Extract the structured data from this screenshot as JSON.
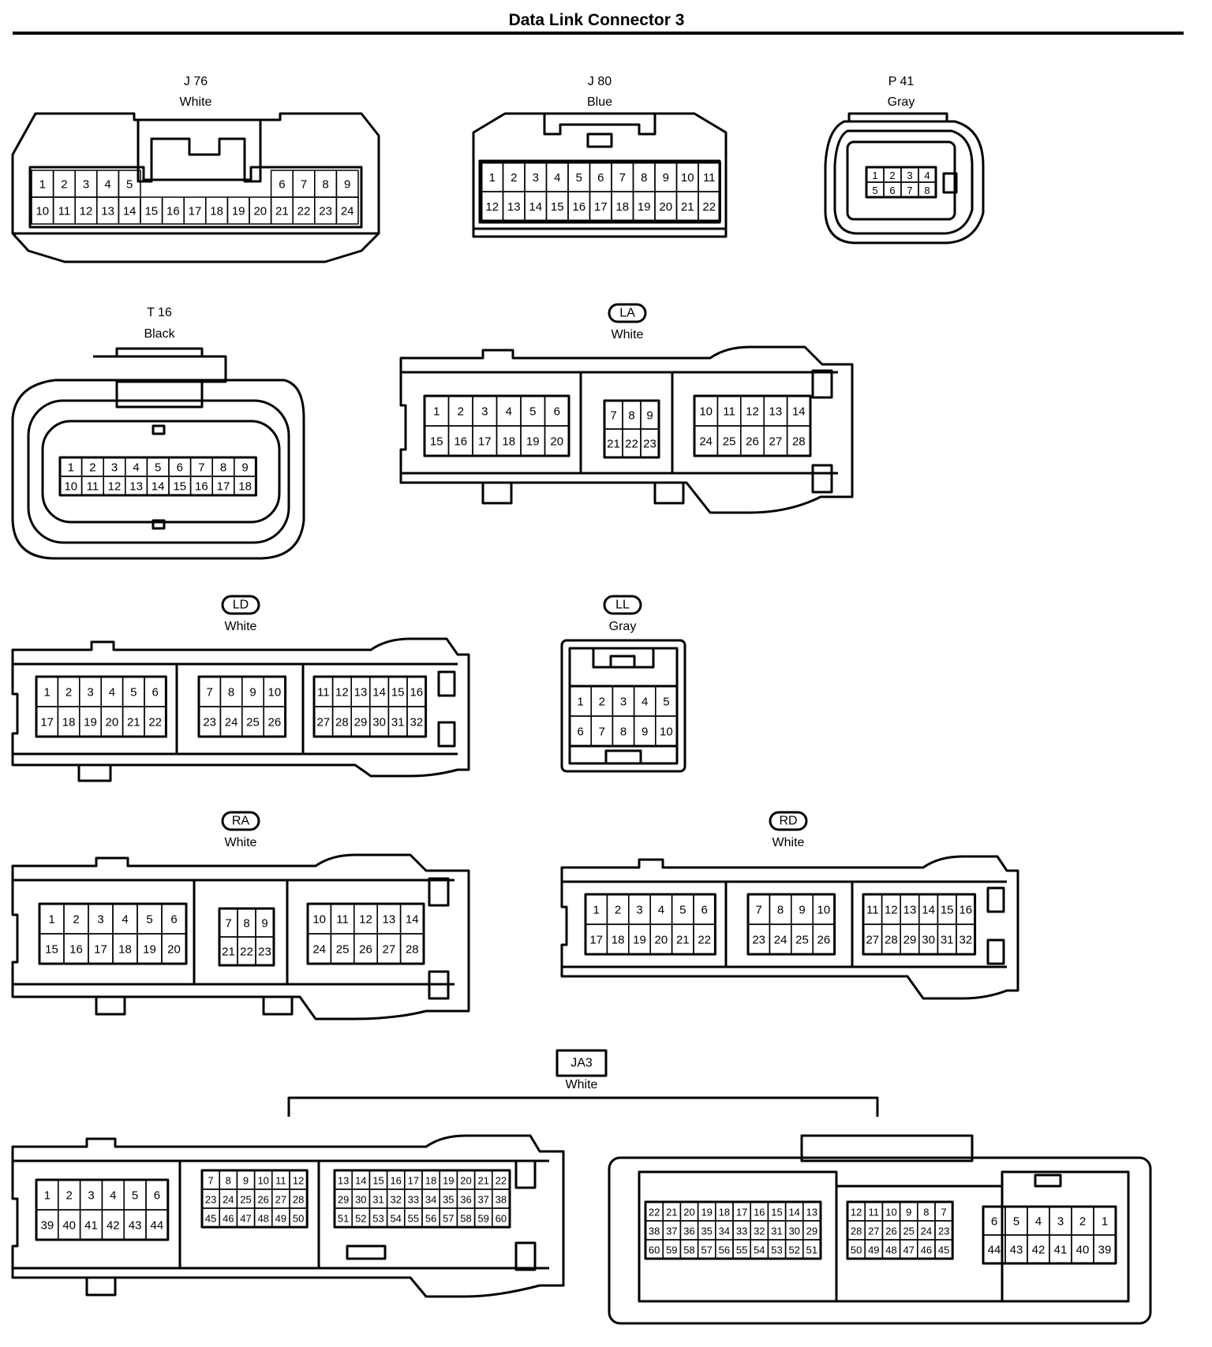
{
  "title": "Data Link Connector 3",
  "connectors": [
    {
      "id": "J 76",
      "color": "White",
      "tag_style": "plain",
      "rows": [
        [
          "1",
          "2",
          "3",
          "4",
          "5",
          "",
          "",
          "",
          "",
          "",
          "",
          "6",
          "7",
          "8",
          "9"
        ],
        [
          "10",
          "11",
          "12",
          "13",
          "14",
          "15",
          "16",
          "17",
          "18",
          "19",
          "20",
          "21",
          "22",
          "23",
          "24"
        ]
      ]
    },
    {
      "id": "J 80",
      "color": "Blue",
      "tag_style": "plain",
      "rows": [
        [
          "1",
          "2",
          "3",
          "4",
          "5",
          "6",
          "7",
          "8",
          "9",
          "10",
          "11"
        ],
        [
          "12",
          "13",
          "14",
          "15",
          "16",
          "17",
          "18",
          "19",
          "20",
          "21",
          "22"
        ]
      ]
    },
    {
      "id": "P 41",
      "color": "Gray",
      "tag_style": "plain",
      "rows": [
        [
          "1",
          "2",
          "3",
          "4"
        ],
        [
          "5",
          "6",
          "7",
          "8"
        ]
      ]
    },
    {
      "id": "T 16",
      "color": "Black",
      "tag_style": "plain",
      "rows": [
        [
          "1",
          "2",
          "3",
          "4",
          "5",
          "6",
          "7",
          "8",
          "9"
        ],
        [
          "10",
          "11",
          "12",
          "13",
          "14",
          "15",
          "16",
          "17",
          "18"
        ]
      ]
    },
    {
      "id": "LA",
      "color": "White",
      "tag_style": "oval",
      "groups": [
        [
          [
            "1",
            "2",
            "3",
            "4",
            "5",
            "6"
          ],
          [
            "15",
            "16",
            "17",
            "18",
            "19",
            "20"
          ]
        ],
        [
          [
            "7",
            "8",
            "9"
          ],
          [
            "21",
            "22",
            "23"
          ]
        ],
        [
          [
            "10",
            "11",
            "12",
            "13",
            "14"
          ],
          [
            "24",
            "25",
            "26",
            "27",
            "28"
          ]
        ]
      ]
    },
    {
      "id": "LD",
      "color": "White",
      "tag_style": "oval",
      "groups": [
        [
          [
            "1",
            "2",
            "3",
            "4",
            "5",
            "6"
          ],
          [
            "17",
            "18",
            "19",
            "20",
            "21",
            "22"
          ]
        ],
        [
          [
            "7",
            "8",
            "9",
            "10"
          ],
          [
            "23",
            "24",
            "25",
            "26"
          ]
        ],
        [
          [
            "11",
            "12",
            "13",
            "14",
            "15",
            "16"
          ],
          [
            "27",
            "28",
            "29",
            "30",
            "31",
            "32"
          ]
        ]
      ]
    },
    {
      "id": "LL",
      "color": "Gray",
      "tag_style": "oval",
      "rows": [
        [
          "1",
          "2",
          "3",
          "4",
          "5"
        ],
        [
          "6",
          "7",
          "8",
          "9",
          "10"
        ]
      ]
    },
    {
      "id": "RA",
      "color": "White",
      "tag_style": "oval",
      "groups": [
        [
          [
            "1",
            "2",
            "3",
            "4",
            "5",
            "6"
          ],
          [
            "15",
            "16",
            "17",
            "18",
            "19",
            "20"
          ]
        ],
        [
          [
            "7",
            "8",
            "9"
          ],
          [
            "21",
            "22",
            "23"
          ]
        ],
        [
          [
            "10",
            "11",
            "12",
            "13",
            "14"
          ],
          [
            "24",
            "25",
            "26",
            "27",
            "28"
          ]
        ]
      ]
    },
    {
      "id": "RD",
      "color": "White",
      "tag_style": "oval",
      "groups": [
        [
          [
            "1",
            "2",
            "3",
            "4",
            "5",
            "6"
          ],
          [
            "17",
            "18",
            "19",
            "20",
            "21",
            "22"
          ]
        ],
        [
          [
            "7",
            "8",
            "9",
            "10"
          ],
          [
            "23",
            "24",
            "25",
            "26"
          ]
        ],
        [
          [
            "11",
            "12",
            "13",
            "14",
            "15",
            "16"
          ],
          [
            "27",
            "28",
            "29",
            "30",
            "31",
            "32"
          ]
        ]
      ]
    },
    {
      "id": "JA3",
      "color": "White",
      "tag_style": "box",
      "left_groups": [
        [
          [
            "1",
            "2",
            "3",
            "4",
            "5",
            "6"
          ],
          [
            "39",
            "40",
            "41",
            "42",
            "43",
            "44"
          ]
        ],
        [
          [
            "7",
            "8",
            "9",
            "10",
            "11",
            "12"
          ],
          [
            "23",
            "24",
            "25",
            "26",
            "27",
            "28"
          ],
          [
            "45",
            "46",
            "47",
            "48",
            "49",
            "50"
          ]
        ],
        [
          [
            "13",
            "14",
            "15",
            "16",
            "17",
            "18",
            "19",
            "20",
            "21",
            "22"
          ],
          [
            "29",
            "30",
            "31",
            "32",
            "33",
            "34",
            "35",
            "36",
            "37",
            "38"
          ],
          [
            "51",
            "52",
            "53",
            "54",
            "55",
            "56",
            "57",
            "58",
            "59",
            "60"
          ]
        ]
      ],
      "right_groups": [
        [
          [
            "22",
            "21",
            "20",
            "19",
            "18",
            "17",
            "16",
            "15",
            "14",
            "13"
          ],
          [
            "38",
            "37",
            "36",
            "35",
            "34",
            "33",
            "32",
            "31",
            "30",
            "29"
          ],
          [
            "60",
            "59",
            "58",
            "57",
            "56",
            "55",
            "54",
            "53",
            "52",
            "51"
          ]
        ],
        [
          [
            "12",
            "11",
            "10",
            "9",
            "8",
            "7"
          ],
          [
            "28",
            "27",
            "26",
            "25",
            "24",
            "23"
          ],
          [
            "50",
            "49",
            "48",
            "47",
            "46",
            "45"
          ]
        ],
        [
          [
            "6",
            "5",
            "4",
            "3",
            "2",
            "1"
          ],
          [
            "44",
            "43",
            "42",
            "41",
            "40",
            "39"
          ]
        ]
      ]
    }
  ]
}
